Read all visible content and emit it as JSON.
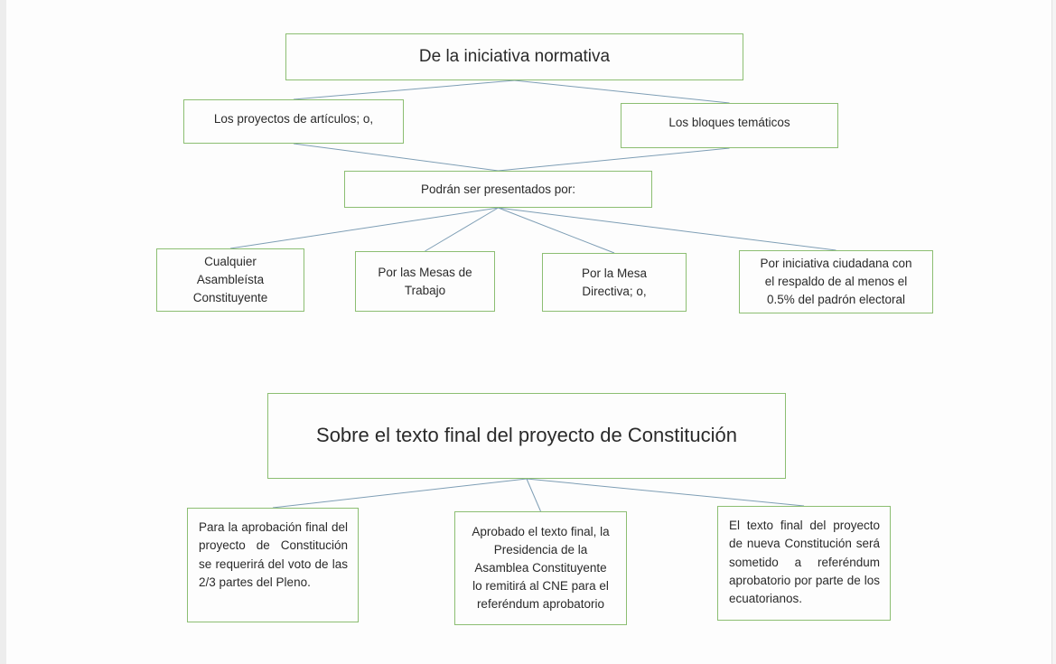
{
  "diagram": {
    "colors": {
      "box_border": "#8cbe72",
      "connector": "#7e9eb5",
      "text": "#2a2a2a",
      "page_background": "#fdfdfd"
    },
    "nodes": {
      "n1": {
        "label": "De la iniciativa normativa"
      },
      "n2": {
        "label": "Los proyectos de artículos; o,"
      },
      "n3": {
        "label": "Los bloques temáticos"
      },
      "n4": {
        "label": "Podrán ser presentados por:"
      },
      "n5": {
        "label": "Cualquier\nAsambleísta\nConstituyente"
      },
      "n6": {
        "label": "Por las Mesas de\nTrabajo"
      },
      "n7": {
        "label": "Por la Mesa\nDirectiva; o,"
      },
      "n8": {
        "label": "Por iniciativa ciudadana con\nel respaldo de al menos el\n0.5% del padrón electoral"
      },
      "n9": {
        "label": "Sobre el texto final del proyecto de Constitución"
      },
      "n10": {
        "label": "Para la aprobación final del proyecto de Constitución se requerirá del voto de las 2/3 partes del Pleno."
      },
      "n11": {
        "label": "Aprobado el texto final, la\nPresidencia de la\nAsamblea Constituyente\nlo remitirá al CNE para el\nreferéndum aprobatorio"
      },
      "n12": {
        "label": "El texto final del proyecto de nueva Constitución será sometido a referéndum aprobatorio por parte de los ecuatorianos."
      }
    },
    "edges": [
      {
        "from": "n1",
        "to": "n2"
      },
      {
        "from": "n1",
        "to": "n3"
      },
      {
        "from": "n2",
        "to": "n4"
      },
      {
        "from": "n3",
        "to": "n4"
      },
      {
        "from": "n4",
        "to": "n5"
      },
      {
        "from": "n4",
        "to": "n6"
      },
      {
        "from": "n4",
        "to": "n7"
      },
      {
        "from": "n4",
        "to": "n8"
      },
      {
        "from": "n9",
        "to": "n10"
      },
      {
        "from": "n9",
        "to": "n11"
      },
      {
        "from": "n9",
        "to": "n12"
      }
    ]
  }
}
